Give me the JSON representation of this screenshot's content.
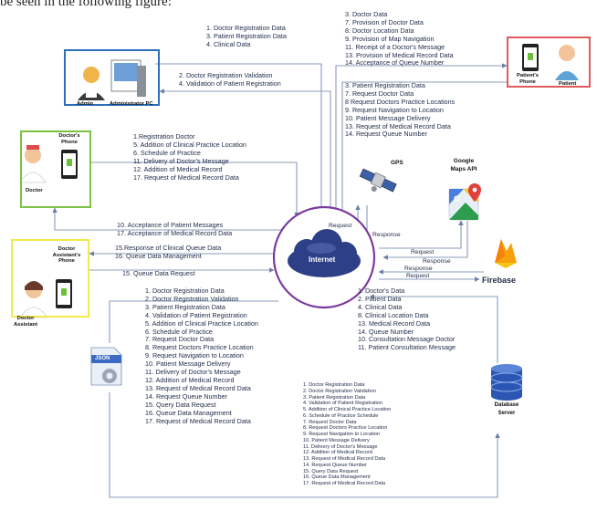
{
  "top_text": "be seen in the following figure:",
  "colors": {
    "admin_border": "#2b6fbe",
    "patient_border": "#e05a5a",
    "doctor_border": "#7cc243",
    "assistant_border": "#f2ea4a",
    "internet_ring": "#7a3b9e",
    "cloud": "#2d3f86",
    "line": "#7f93b3",
    "firebase": "#f6820c"
  },
  "actors": {
    "admin": {
      "label": "Admin",
      "pc_label": "Administrator PC"
    },
    "patient": {
      "label": "Patient",
      "phone_label": "Patient's Phone"
    },
    "doctor": {
      "label": "Doctor",
      "phone_label": "Doctor's Phone"
    },
    "assistant": {
      "label": "Doctor Assistant",
      "phone_label": "Doctor Assistant's Phone"
    }
  },
  "services": {
    "internet": "Internet",
    "gps": "GPS",
    "maps": "Google Maps API",
    "firebase": "Firebase",
    "db": "Database Server",
    "json": "JSON"
  },
  "admin_in": [
    "1. Doctor Registration Data",
    "3. Patient Registration Data",
    "4. Clinical Data"
  ],
  "admin_out": [
    "2. Doctor Registration Validation",
    "4. Validation of Patient Registration"
  ],
  "patient_in": [
    "3. Doctor Data",
    "7. Provision of Doctor Data",
    "8. Doctor Location Data",
    "9. Provision of Map Navigation",
    "11. Receipt of a Doctor's Message",
    "13. Provision of Medical Record Data",
    "14. Acceptance of Queue Number"
  ],
  "patient_out": [
    "3. Patient Registration Data",
    "7. Request Doctor Data",
    "8 Request Doctors Practice Locations",
    "9. Request Navigation to Location",
    "10. Patient Message Delivery",
    "13. Request of Medical Record Data",
    "14. Request Queue Number"
  ],
  "doctor_out": [
    "1.Registration Doctor",
    "5. Addition of Clinical Practice Location",
    "6. Schedule of Practice",
    "11. Delivery of Doctor's Message",
    "12. Addition of Medical Record",
    "17. Request of Medical Record Data"
  ],
  "doctor_in": [
    "10. Acceptance of Patient Messages",
    "17. Acceptance of Medical Record Data"
  ],
  "assistant_in": [
    "15.Response of Clinical Queue Data",
    "16. Queue Data Management"
  ],
  "assistant_out": [
    "15. Queue Data Request"
  ],
  "gps_labels": {
    "request": "Request",
    "response": "Response"
  },
  "maps_labels": {
    "request": "Request",
    "response": "Response"
  },
  "firebase_labels": {
    "response": "Response",
    "request": "Request"
  },
  "json_list": [
    "1. Doctor Registration Data",
    "2. Doctor Registration Validation",
    "3. Patient Registration Data",
    "4. Validation of Patient Registration",
    "5. Addition of Clinical Practice Location",
    "6. Schedule of Practice",
    "7. Request Doctor Data",
    "8. Request Doctors Practice Location",
    "9. Request Navigation to Location",
    "10. Patient Message Delivery",
    "11. Delivery of Doctor's Message",
    "12. Addition of Medical Record",
    "13. Request of Medical Record Data",
    "14. Request Queue Number",
    "15. Query Data Request",
    "16. Queue Data Management",
    "17. Request of Medical Record Data"
  ],
  "db_out": [
    "1. Doctor's Data",
    "2. Patient Data",
    "4. Clinical Data",
    "8. Clinical Location Data",
    "13. Medical Record Data",
    "14. Queue Number",
    "10. Consultation Message Doctor",
    "11. Patient Consultation Message"
  ],
  "db_in": [
    "1. Doctor Registration Data",
    "2. Doctor Registration Validation",
    "3. Patient Registration Data",
    "4. Validation of Patient Registration",
    "5. Addition of Clinical Practice Location",
    "6. Schedule of Practice Schedule",
    "7. Request Doctor Data",
    "8. Request Doctors Practice Location",
    "9. Request Navigation to Location",
    "10. Patient Message Delivery",
    "11. Delivery of Doctor's Message",
    "12. Addition of Medical Record",
    "13. Request of Medical Record Data",
    "14. Request Queue Number",
    "15. Query Data Request",
    "16. Queue Data Management",
    "17. Request of Medical Record Data"
  ]
}
